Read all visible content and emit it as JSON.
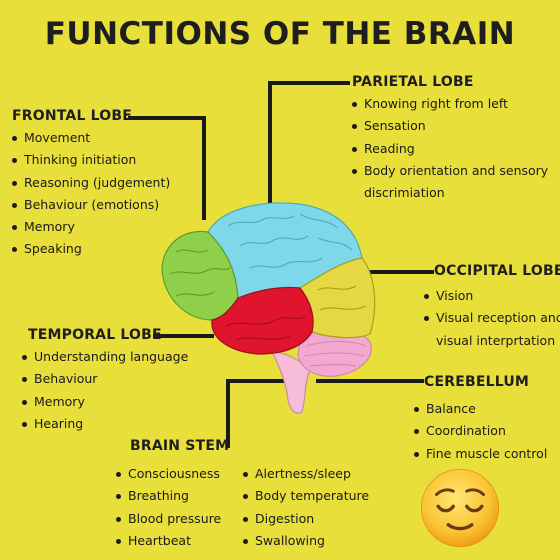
{
  "title": "FUNCTIONS OF THE BRAIN",
  "colors": {
    "background": "#e9df3b",
    "frontal": "#8fd04a",
    "parietal": "#7fd7ea",
    "occipital": "#e4d844",
    "temporal": "#e0142d",
    "cerebellum": "#f3a9cf",
    "brainstem": "#f6bcd8",
    "lines": "#1a1a1a"
  },
  "sections": {
    "frontal": {
      "heading": "FRONTAL LOBE",
      "items": [
        "Movement",
        "Thinking initiation",
        "Reasoning (judgement)",
        "Behaviour (emotions)",
        "Memory",
        "Speaking"
      ]
    },
    "parietal": {
      "heading": "PARIETAL LOBE",
      "items": [
        "Knowing right from left",
        "Sensation",
        "Reading",
        "Body orientation and sensory"
      ],
      "continuation": "discrimiation"
    },
    "occipital": {
      "heading": "OCCIPITAL LOBE",
      "items": [
        "Vision",
        "Visual reception and"
      ],
      "continuation": "visual interprtation"
    },
    "temporal": {
      "heading": "TEMPORAL LOBE",
      "items": [
        "Understanding language",
        "Behaviour",
        "Memory",
        "Hearing"
      ]
    },
    "cerebellum": {
      "heading": "CEREBELLUM",
      "items": [
        "Balance",
        "Coordination",
        "Fine muscle control"
      ]
    },
    "brainstem": {
      "heading": "BRAIN STEM",
      "items_left": [
        "Consciousness",
        "Breathing",
        "Blood pressure",
        "Heartbeat"
      ],
      "items_right": [
        "Alertness/sleep",
        "Body temperature",
        "Digestion",
        "Swallowing"
      ]
    }
  },
  "decorations": {
    "emoji": "relieved-face-icon"
  }
}
